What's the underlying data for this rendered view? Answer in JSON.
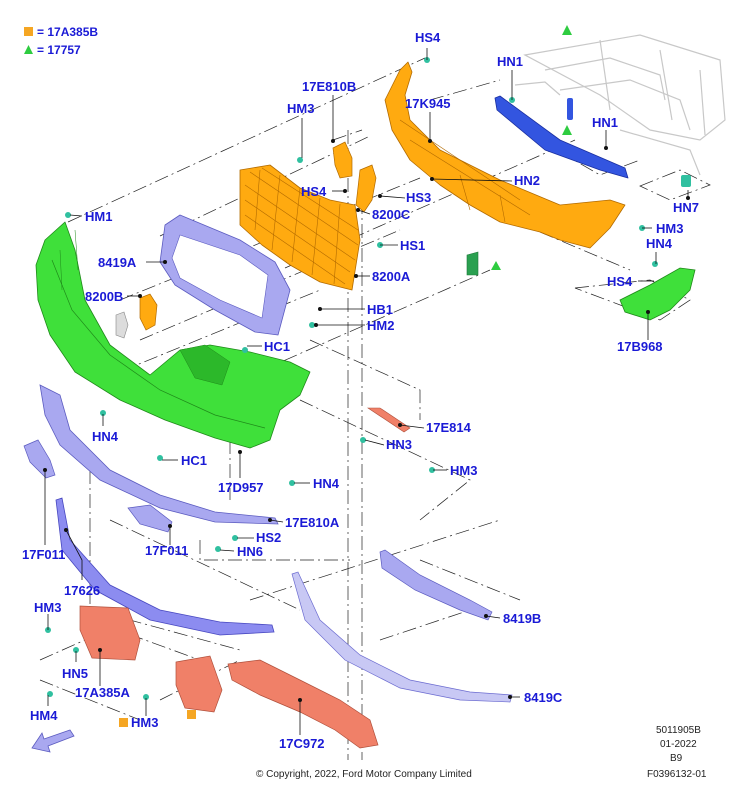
{
  "legend": [
    {
      "symbol": "square",
      "color": "#f5a623",
      "text": "= 17A385B"
    },
    {
      "symbol": "triangle",
      "color": "#2ecc40",
      "text": "= 17757"
    }
  ],
  "labels": {
    "hs4_top": "HS4",
    "hn1_a": "HN1",
    "hn1_b": "HN1",
    "e810b": "17E810B",
    "hm3_a": "HM3",
    "k945": "17K945",
    "hn2": "HN2",
    "hs4_b": "HS4",
    "hs3": "HS3",
    "c8200": "8200C",
    "hm1": "HM1",
    "hs1": "HS1",
    "a8419": "8419A",
    "a8200": "8200A",
    "hn7": "HN7",
    "hm3_b": "HM3",
    "hn4_a": "HN4",
    "hs4_c": "HS4",
    "b8200": "8200B",
    "hb1": "HB1",
    "hm2": "HM2",
    "b17968": "17B968",
    "hc1_a": "HC1",
    "e814": "17E814",
    "hn4_b": "HN4",
    "hn3": "HN3",
    "hc1_b": "HC1",
    "hm3_c": "HM3",
    "d957": "17D957",
    "hn4_c": "HN4",
    "e810a": "17E810A",
    "f011_a": "17F011",
    "f011_b": "17F011",
    "hs2": "HS2",
    "hn6": "HN6",
    "p17626": "17626",
    "b8419": "8419B",
    "hm3_d": "HM3",
    "hn5": "HN5",
    "a385": "17A385A",
    "c8419": "8419C",
    "hm4": "HM4",
    "hm3_e": "HM3",
    "c972": "17C972"
  },
  "meta": {
    "code1": "5011905B",
    "code2": "01-2022",
    "code3": "B9",
    "code4": "F0396132-01",
    "copyright": "© Copyright, 2022, Ford Motor Company Limited"
  },
  "colors": {
    "label": "#1a1ad6",
    "green": "#3fe03a",
    "orange": "#ffaa10",
    "blue": "#3355e0",
    "lavender": "#a9a8f0",
    "salmon": "#f08068",
    "teal": "#30c0a0"
  }
}
